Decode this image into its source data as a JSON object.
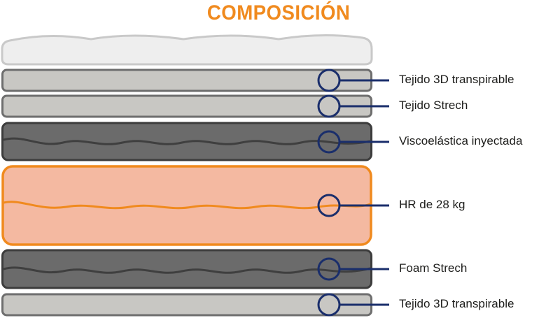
{
  "title": "COMPOSICIÓN",
  "colors": {
    "title": "#F08A1E",
    "marker": "#1A2E6B",
    "light_layer_fill": "#C8C7C3",
    "light_layer_border": "#6E6E6E",
    "dark_layer_fill": "#6B6B6B",
    "dark_layer_border": "#3C3C3C",
    "foam_fill": "#F4B9A1",
    "foam_border": "#F08A1E",
    "top_cover_fill": "#EEEEEE",
    "top_cover_border": "#C9C9C9"
  },
  "layers": [
    {
      "label": "Tejido 3D transpirable",
      "style": "light"
    },
    {
      "label": "Tejido Strech",
      "style": "light"
    },
    {
      "label": "Viscoelástica inyectada",
      "style": "dark"
    },
    {
      "label": "HR de 28 kg",
      "style": "foam"
    },
    {
      "label": "Foam Strech",
      "style": "dark"
    },
    {
      "label": "Tejido 3D transpirable",
      "style": "light"
    }
  ]
}
